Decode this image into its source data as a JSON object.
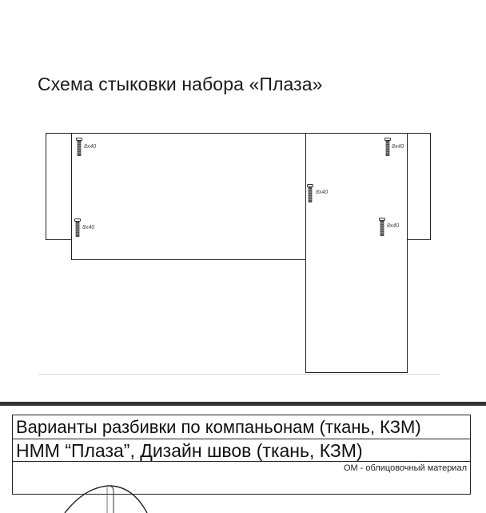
{
  "diagram": {
    "title": "Схема стыковки набора «Плаза»",
    "screw_spec": "8x40",
    "screws": [
      {
        "id": "left-top",
        "label": "8x40"
      },
      {
        "id": "left-bottom",
        "label": "8x40"
      },
      {
        "id": "center-joint",
        "label": "8x40"
      },
      {
        "id": "right-top",
        "label": "8x40"
      },
      {
        "id": "right-bottom",
        "label": "8x40"
      }
    ],
    "parts": [
      "left-armrest",
      "main-section",
      "corner-section",
      "right-armrest"
    ]
  },
  "table": {
    "row1": "Варианты разбивки по компаньонам (ткань, КЗМ)",
    "row2": "НММ “Плаза”, Дизайн швов (ткань, КЗМ)",
    "note": "ОМ - облицовочный материал"
  },
  "colors": {
    "line": "#222222",
    "divider_bar": "#333333",
    "baseline": "#d8d8d8"
  }
}
